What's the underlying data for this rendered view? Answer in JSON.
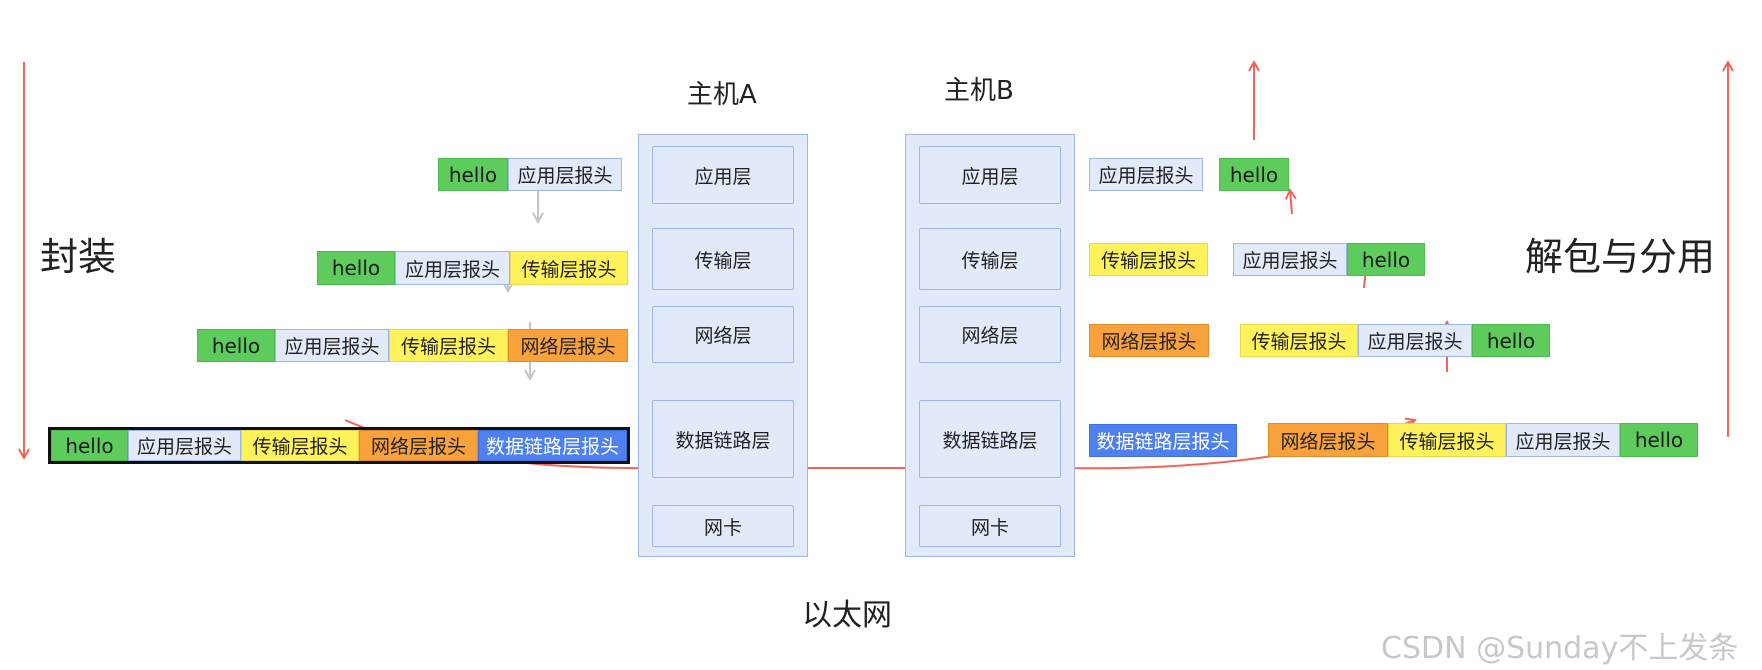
{
  "hosts": {
    "a": "主机A",
    "b": "主机B"
  },
  "layers": [
    "应用层",
    "传输层",
    "网络层",
    "数据链路层",
    "网卡"
  ],
  "labels": {
    "encap": "封装",
    "decap": "解包与分用",
    "ethernet": "以太网"
  },
  "packet": {
    "payload": "hello",
    "app_header": "应用层报头",
    "trans_header": "传输层报头",
    "net_header": "网络层报头",
    "link_header": "数据链路层报头"
  },
  "watermark": "CSDN @Sunday不上发条",
  "colors": {
    "payload": "#5dcc5c",
    "app_header": "#e2eaf9",
    "trans_header": "#fff25a",
    "net_header": "#f9a23b",
    "link_header": "#4f80ef",
    "arrow_flow": "#f0645a",
    "arrow_step": "#c4c4c4"
  }
}
